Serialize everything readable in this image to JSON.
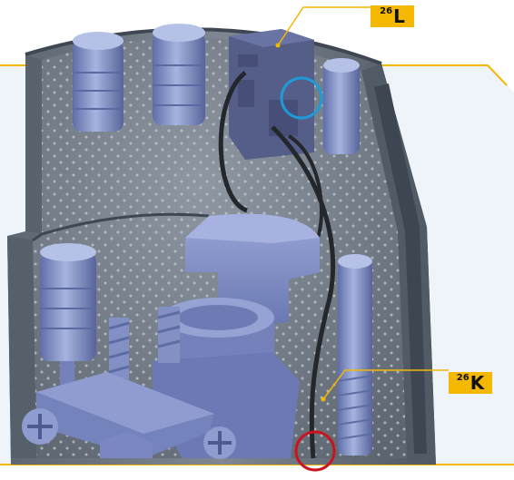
{
  "callouts": [
    {
      "prefix": "26",
      "letter": "L"
    },
    {
      "prefix": "26",
      "letter": "K"
    }
  ],
  "colors": {
    "accent_line": "#f5b800",
    "panel_bg": "#eef4fa",
    "highlight_blue": "#1e9bd7",
    "highlight_red": "#c8141e",
    "housing": "#6f7884",
    "component": "#8390c4"
  }
}
